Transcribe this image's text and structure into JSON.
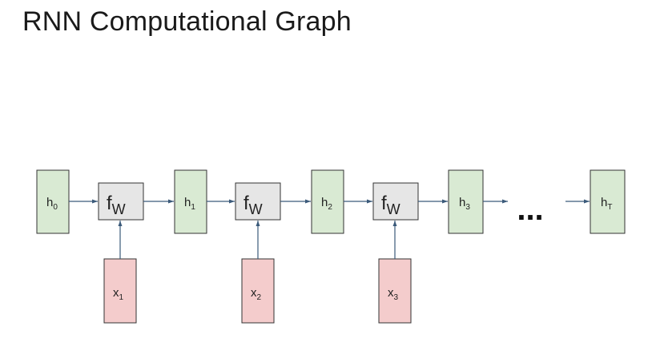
{
  "slide": {
    "title": "RNN Computational Graph"
  },
  "diagram": {
    "hidden_states": [
      {
        "base": "h",
        "sub": "0"
      },
      {
        "base": "h",
        "sub": "1"
      },
      {
        "base": "h",
        "sub": "2"
      },
      {
        "base": "h",
        "sub": "3"
      },
      {
        "base": "h",
        "sub": "T"
      }
    ],
    "functions": [
      {
        "base": "f",
        "sub": "W"
      },
      {
        "base": "f",
        "sub": "W"
      },
      {
        "base": "f",
        "sub": "W"
      }
    ],
    "inputs": [
      {
        "base": "x",
        "sub": "1"
      },
      {
        "base": "x",
        "sub": "2"
      },
      {
        "base": "x",
        "sub": "3"
      }
    ],
    "ellipsis": "...",
    "colors": {
      "hidden_fill": "#d9ead3",
      "function_fill": "#e6e6e6",
      "input_fill": "#f4cccc",
      "stroke": "#333333",
      "arrow": "#3b5a7a"
    }
  }
}
